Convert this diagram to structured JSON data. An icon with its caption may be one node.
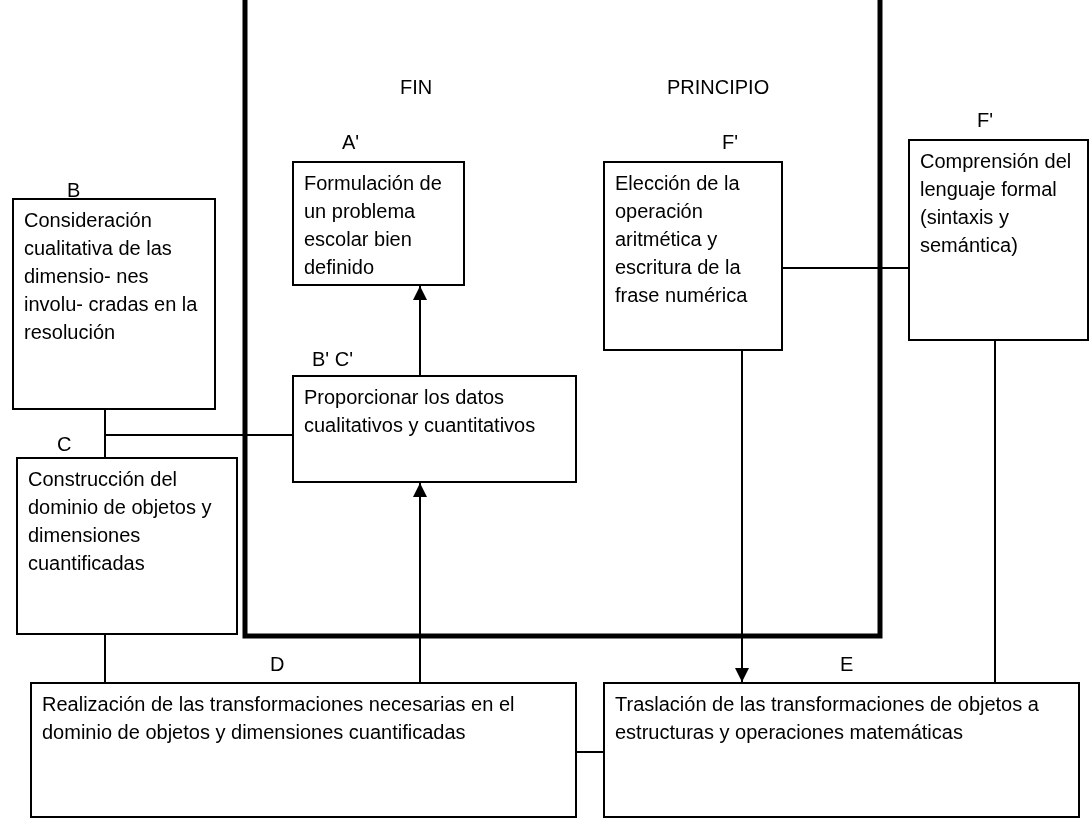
{
  "diagram": {
    "nodes": [
      {
        "text": [
          "B",
          "Consideración cualitativa de las dimensio- nes involu- cradas en la resolución"
        ]
      },
      {
        "text": [
          "A'",
          "Formulación de un problema escolar bien definido"
        ]
      },
      {
        "text": [
          "F'",
          "Elección de la operación aritmética y escritura de la frase numérica"
        ]
      },
      {
        "text": [
          "F'",
          "Comprensión del lenguaje formal (sintaxis y semántica)"
        ]
      },
      {
        "text": [
          "B' C'",
          "Proporcionar los datos cualitativos y cuantitativos"
        ]
      },
      {
        "text": [
          "C",
          "Construcción del dominio de objetos y dimensiones cuantificadas"
        ]
      },
      {
        "text": [
          "D",
          "Realización de las transformaciones necesarias en el dominio de objetos y dimensiones cuantificadas"
        ]
      },
      {
        "text": [
          "E",
          "Traslación de las transformaciones de objetos a estructuras y operaciones matemáticas"
        ]
      }
    ],
    "edges": [
      {
        "from": 0,
        "to": 5,
        "arrow": "none"
      },
      {
        "from": 5,
        "to": 4,
        "arrow": "none"
      },
      {
        "from": 4,
        "to": 1,
        "arrow": "to"
      },
      {
        "from": 6,
        "to": 4,
        "arrow": "to"
      },
      {
        "from": 5,
        "to": 6,
        "arrow": "none"
      },
      {
        "from": 6,
        "to": 7,
        "arrow": "none"
      },
      {
        "from": 2,
        "to": 7,
        "arrow": "to"
      },
      {
        "from": 2,
        "to": 3,
        "arrow": "none"
      },
      {
        "from": 3,
        "to": 7,
        "arrow": "none"
      }
    ],
    "labels": [
      "FIN",
      "PRINCIPIO"
    ]
  }
}
